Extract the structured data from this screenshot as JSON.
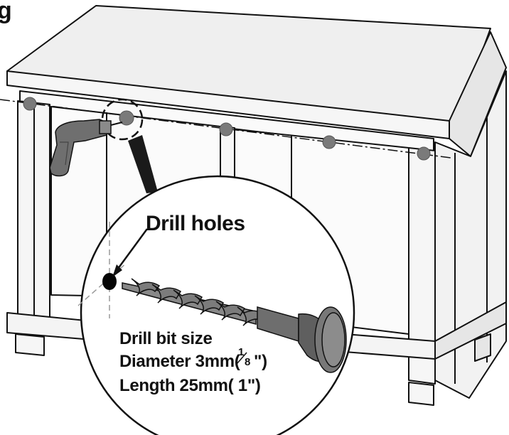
{
  "title_fragment": "g",
  "callout": {
    "label": "Drill holes"
  },
  "drill_bit_spec": {
    "heading": "Drill bit size",
    "diameter_prefix": "Diameter 3mm(",
    "diameter_frac_num": "1",
    "diameter_frac_den": "8",
    "diameter_suffix": "\")",
    "length": "Length 25mm( 1\")"
  },
  "hole_count": 5,
  "colors": {
    "outline": "#111111",
    "panel": "#f6f6f6",
    "top_face": "#efefef",
    "shadow": "#e2e2e2",
    "hole": "#7a7a7a",
    "drill_body": "#6f6f6f",
    "bit": "#7c7c7c",
    "dim_line": "#9a9a9a"
  },
  "icons": {
    "drill": "power-drill-icon",
    "bit": "drill-bit-icon",
    "magnifier": "magnifier-circle-icon"
  }
}
